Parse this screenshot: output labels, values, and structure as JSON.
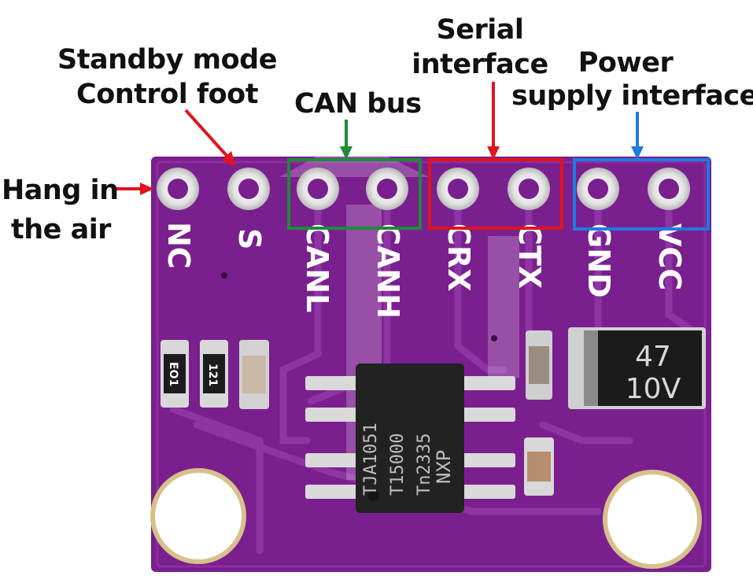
{
  "annotations": {
    "hang": [
      "Hang in",
      "the air"
    ],
    "standby": [
      "Standby mode",
      "Control foot"
    ],
    "can": "CAN bus",
    "serial": [
      "Serial",
      "interface"
    ],
    "power": [
      "Power",
      "supply interface"
    ]
  },
  "pins": [
    "NC",
    "S",
    "CANL",
    "CANH",
    "CRX",
    "CTX",
    "GND",
    "VCC"
  ],
  "chip": {
    "lines": [
      "TJA1051",
      "T15000",
      "Tn2335"
    ],
    "logo": "NXP"
  },
  "capacitor": {
    "value": "47",
    "voltage": "10V"
  },
  "resistors": [
    "EO1",
    "121"
  ],
  "colors": {
    "board": "#7a1f8e",
    "can_box": "#1f8a3a",
    "serial_box": "#e0141c",
    "power_box": "#1e7be0",
    "arrow_red": "#e0141c"
  }
}
